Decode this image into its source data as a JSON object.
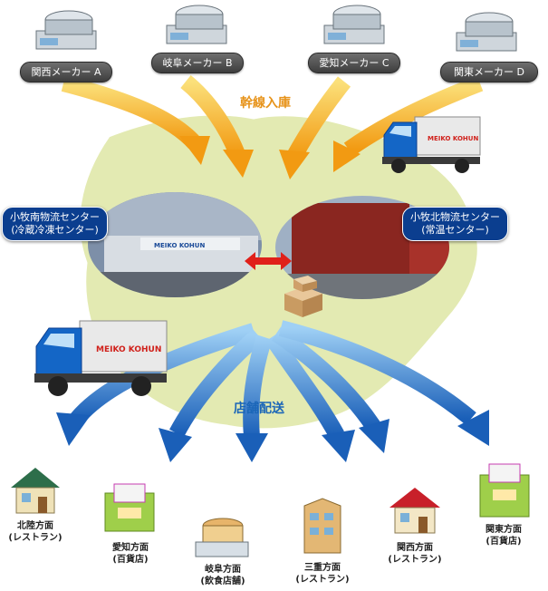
{
  "makers": [
    {
      "label": "関西メーカー A"
    },
    {
      "label": "岐阜メーカー B"
    },
    {
      "label": "愛知メーカー C"
    },
    {
      "label": "関東メーカー D"
    }
  ],
  "inbound_label": "幹線入庫",
  "outbound_label": "店舗配送",
  "centers": {
    "south": {
      "line1": "小牧南物流センター",
      "line2": "(冷蔵冷凍センター)"
    },
    "north": {
      "line1": "小牧北物流センター",
      "line2": "(常温センター)"
    }
  },
  "truck_logo": "MEIKO KOHUN",
  "building_sign": "MEIKO KOHUN",
  "stores": [
    {
      "line1": "北陸方面",
      "line2": "(レストラン)"
    },
    {
      "line1": "愛知方面",
      "line2": "(百貨店)"
    },
    {
      "line1": "岐阜方面",
      "line2": "(飲食店舗)"
    },
    {
      "line1": "三重方面",
      "line2": "(レストラン)"
    },
    {
      "line1": "関西方面",
      "line2": "(レストラン)"
    },
    {
      "line1": "関東方面",
      "line2": "(百貨店)"
    }
  ],
  "colors": {
    "map": "#e3eab2",
    "inbound_arrow": "#f5a21a",
    "outbound_arrow": "#1d6fc4",
    "center_label_bg": "#0b3e8f",
    "exchange_arrow": "#e0201a",
    "inbound_text": "#e7931a",
    "outbound_text": "#1b66b8"
  }
}
